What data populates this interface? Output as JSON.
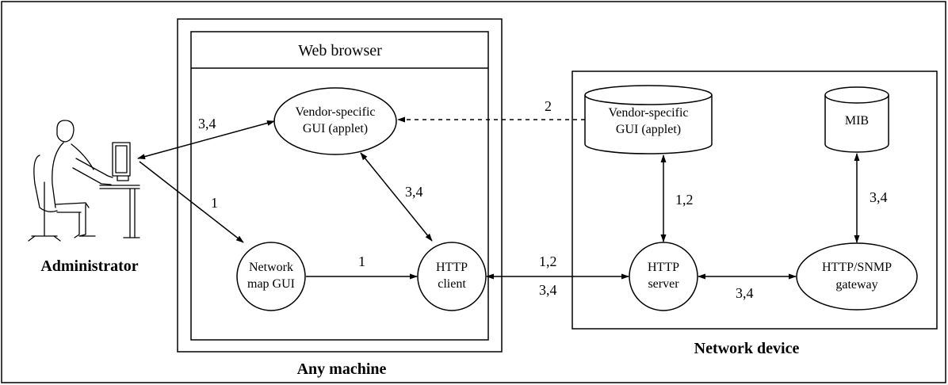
{
  "regions": {
    "any_machine": "Any machine",
    "web_browser": "Web browser",
    "network_device": "Network device"
  },
  "actors": {
    "administrator": "Administrator"
  },
  "nodes": {
    "vendor_gui_browser": [
      "Vendor-specific",
      "GUI (applet)"
    ],
    "vendor_gui_device": [
      "Vendor-specific",
      "GUI (applet)"
    ],
    "mib": "MIB",
    "network_map_gui": [
      "Network",
      "map GUI"
    ],
    "http_client": [
      "HTTP",
      "client"
    ],
    "http_server": [
      "HTTP",
      "server"
    ],
    "http_snmp_gateway": [
      "HTTP/SNMP",
      "gateway"
    ]
  },
  "edges": {
    "admin_to_vendor_gui": "3,4",
    "admin_to_network_map": "1",
    "network_map_to_http_client": "1",
    "vendor_gui_to_http_client": "3,4",
    "device_gui_to_browser_gui": "2",
    "device_gui_to_http_server": "1,2",
    "http_client_to_server_top": "1,2",
    "http_client_to_server_bottom": "3,4",
    "mib_to_gateway": "3,4",
    "server_to_gateway": "3,4"
  },
  "colors": {
    "stroke": "#000000",
    "background": "#ffffff"
  }
}
